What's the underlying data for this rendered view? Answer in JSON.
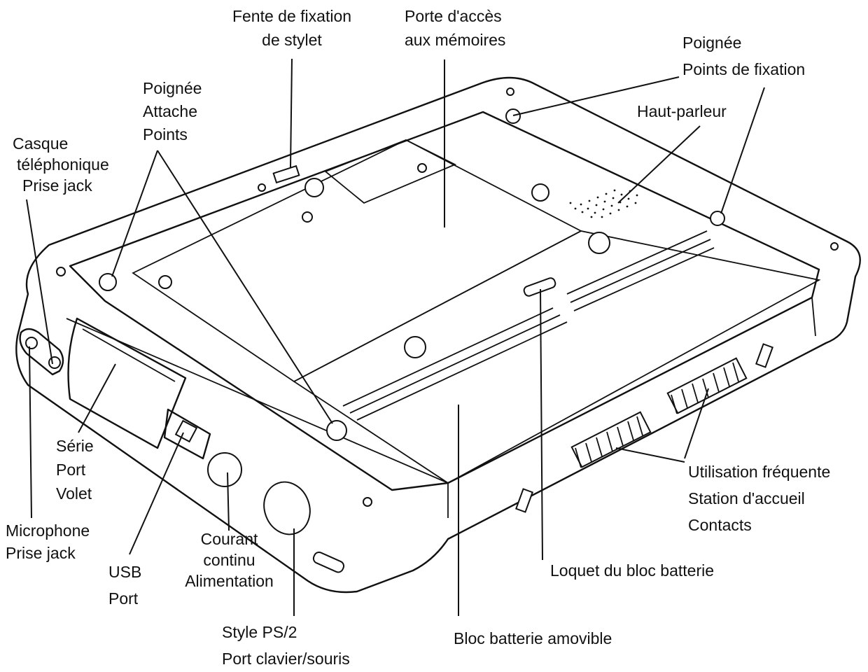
{
  "labels": {
    "stylus_slot": [
      "Fente de fixation",
      "de stylet"
    ],
    "memory_door": [
      "Porte d'accès",
      "aux mémoires"
    ],
    "handle_points_right": [
      "Poignée",
      "Points de fixation"
    ],
    "speaker": [
      "Haut-parleur"
    ],
    "handle_attach_left": [
      "Poignée",
      "Attache",
      "Points"
    ],
    "headset_jack": [
      "Casque",
      "téléphonique",
      "Prise jack"
    ],
    "serial_port": [
      "Série",
      "Port",
      "Volet"
    ],
    "microphone_jack": [
      "Microphone",
      "Prise jack"
    ],
    "usb_port": [
      "USB",
      "Port"
    ],
    "dc_power": [
      "Courant",
      "continu",
      "Alimentation"
    ],
    "ps2_port": [
      "Style PS/2",
      "Port clavier/souris"
    ],
    "battery_pack": [
      "Bloc batterie amovible"
    ],
    "battery_latch": [
      "Loquet du bloc batterie"
    ],
    "docking_contacts": [
      "Utilisation fréquente",
      "Station d'accueil",
      "Contacts"
    ]
  }
}
